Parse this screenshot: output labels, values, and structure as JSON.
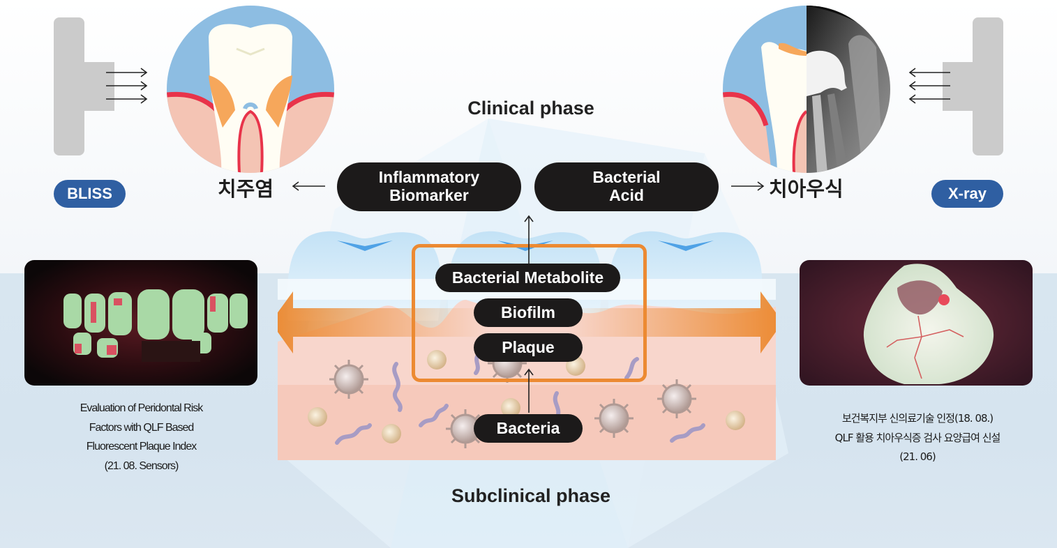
{
  "left_panel": {
    "device_label": "BLISS",
    "condition_label": "치주염",
    "photo_alt": "QLF fluorescent image of front teeth showing red plaque fluorescence",
    "caption_lines": [
      "Evaluation of Peridontal Risk",
      "Factors with QLF Based",
      "Fluorescent Plaque Index",
      "(21. 08. Sensors)"
    ]
  },
  "right_panel": {
    "device_label": "X-ray",
    "condition_label": "치아우식",
    "photo_alt": "QLF fluorescent image of molar occlusal surface with red caries lesion",
    "caption_lines": [
      "보건복지부 신의료기술 인정(18. 08.)",
      "QLF 활용 치아우식증 검사 요양급여 신설",
      "(21. 06)"
    ]
  },
  "center": {
    "clinical_title": "Clinical phase",
    "subclinical_title": "Subclinical phase",
    "clinical_nodes": [
      {
        "line1": "Inflammatory",
        "line2": "Biomarker"
      },
      {
        "line1": "Bacterial",
        "line2": "Acid"
      }
    ],
    "subclinical_nodes": [
      "Bacterial Metabolite",
      "Biofilm",
      "Plaque",
      "Bacteria"
    ]
  },
  "colors": {
    "device_gray": "#cbcbcb",
    "badge_blue": "#2f5fa2",
    "node_black": "#1c1a1a",
    "highlight_orange": "#ec8a32",
    "sky_blue": "#8dbde2",
    "gum_pink": "#f4c4b4",
    "gum_red": "#e8334a",
    "tooth_ivory": "#fffdf4"
  }
}
